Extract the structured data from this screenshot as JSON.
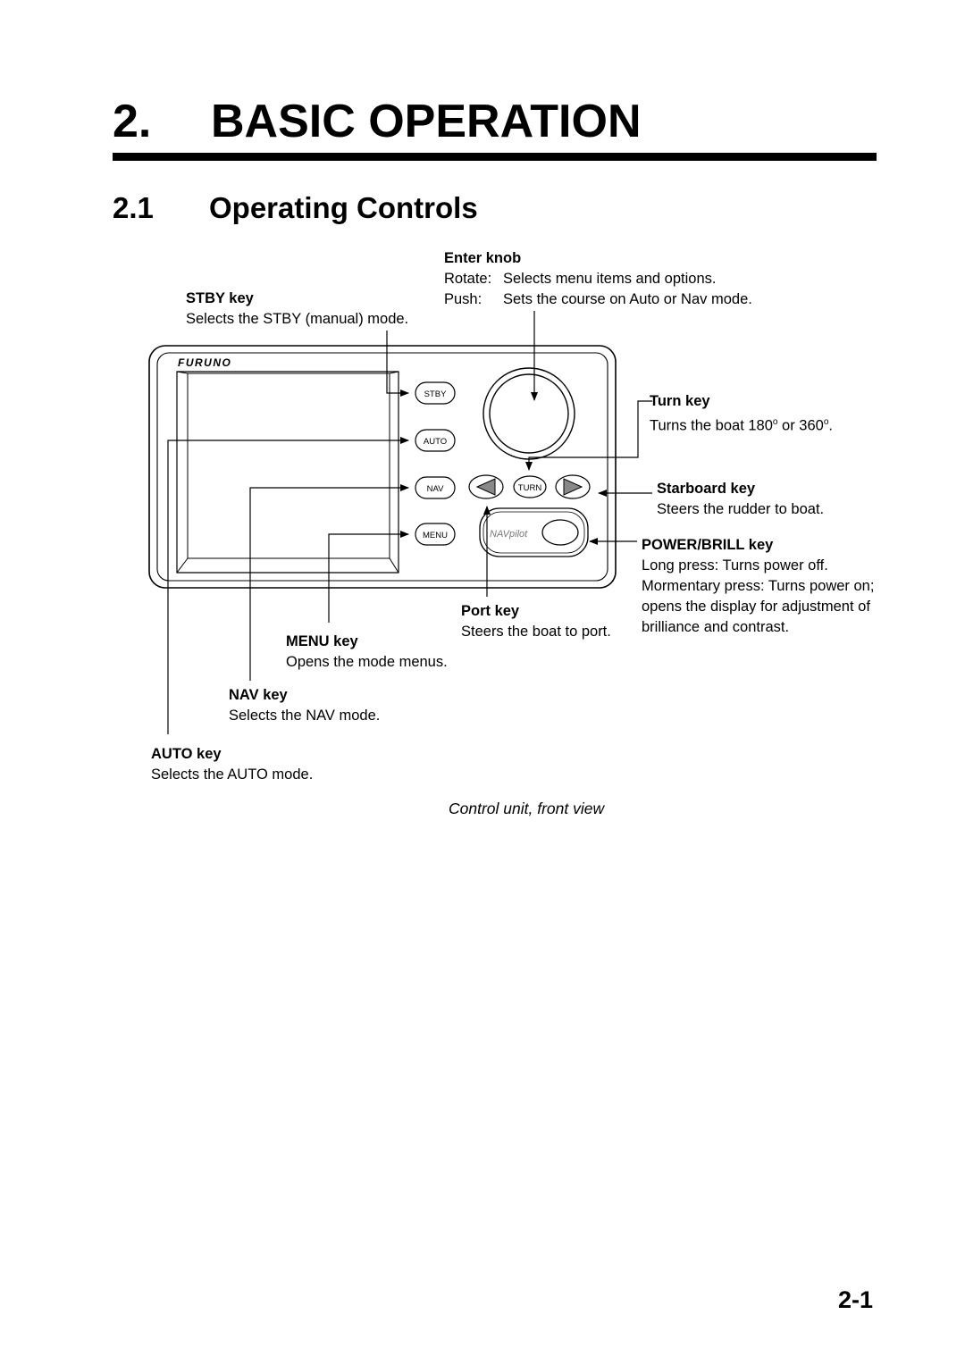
{
  "chapter": {
    "number": "2.",
    "title": "BASIC OPERATION"
  },
  "section": {
    "number": "2.1",
    "title": "Operating Controls"
  },
  "device": {
    "brand": "FURUNO",
    "logo": "NAVpilot",
    "buttons": {
      "stby": "STBY",
      "auto": "AUTO",
      "nav": "NAV",
      "menu": "MENU",
      "turn": "TURN"
    }
  },
  "labels": {
    "enter_knob": {
      "name": "Enter knob",
      "rotate_key": "Rotate:",
      "rotate_desc": "Selects menu items and options.",
      "push_key": "Push:",
      "push_desc": "Sets the course on Auto or Nav mode."
    },
    "stby_key": {
      "name": "STBY key",
      "desc": "Selects the STBY (manual) mode."
    },
    "turn_key": {
      "name": "Turn key",
      "desc_pre": "Turns the boat 180",
      "desc_mid": " or 360",
      "desc_post": "."
    },
    "starboard_key": {
      "name": "Starboard key",
      "desc": "Steers the rudder to boat."
    },
    "power_brill_key": {
      "name": "POWER/BRILL key",
      "lines": [
        "Long press: Turns power off.",
        "Mormentary press: Turns power on;",
        "opens the display for adjustment of",
        "brilliance and contrast."
      ]
    },
    "port_key": {
      "name": "Port key",
      "desc": "Steers the boat to port."
    },
    "menu_key": {
      "name": "MENU key",
      "desc": "Opens the mode menus."
    },
    "nav_key": {
      "name": "NAV key",
      "desc": "Selects the NAV mode."
    },
    "auto_key": {
      "name": "AUTO key",
      "desc": "Selects the AUTO mode."
    }
  },
  "caption": "Control unit, front view",
  "page_number": "2-1"
}
